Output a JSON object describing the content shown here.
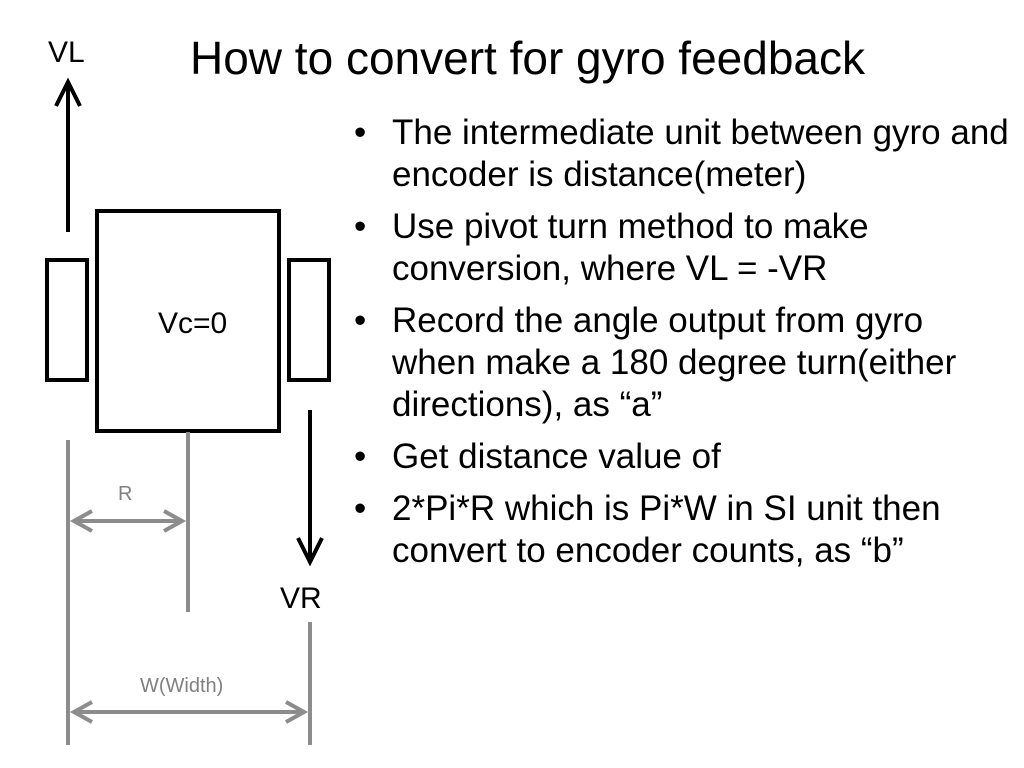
{
  "slide": {
    "title": "How to convert for gyro feedback",
    "bullets": [
      "The intermediate unit between gyro and encoder is distance(meter)",
      "Use pivot turn method to make conversion, where VL = -VR",
      "Record the angle output from gyro when make a 180 degree turn(either directions), as “a”",
      "Get distance value of",
      "2*Pi*R which is Pi*W in SI unit then convert to encoder counts, as “b”"
    ],
    "bullet_symbol": "•"
  },
  "diagram": {
    "labels": {
      "vl": "VL",
      "vr": "VR",
      "vc": "Vc=0",
      "r": "R",
      "width": "W(Width)"
    },
    "colors": {
      "body_stroke": "#000000",
      "dimension_stroke": "#8c8c8c",
      "dimension_text": "#808080"
    }
  }
}
